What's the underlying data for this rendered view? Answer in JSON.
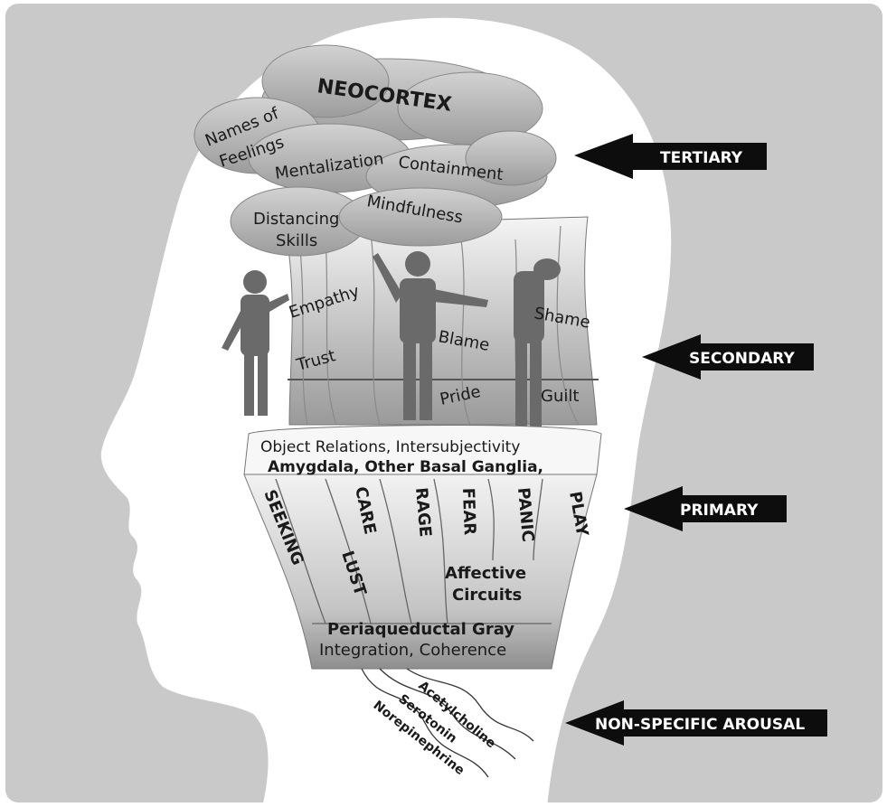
{
  "colors": {
    "background": "#c9c9c9",
    "head": "#ffffff",
    "arrow": "#0d0d0d",
    "cloud": "#b4b4b4"
  },
  "levels": {
    "tertiary": "TERTIARY",
    "secondary": "SECONDARY",
    "primary": "PRIMARY",
    "arousal": "NON-SPECIFIC AROUSAL"
  },
  "tertiary": {
    "neocortex": "NEOCORTEX",
    "names_of_feelings": [
      "Names of",
      "Feelings"
    ],
    "mentalization": "Mentalization",
    "containment": "Containment",
    "mindfulness": "Mindfulness",
    "distancing_skills": [
      "Distancing",
      "Skills"
    ]
  },
  "secondary": {
    "empathy": "Empathy",
    "trust": "Trust",
    "blame": "Blame",
    "shame": "Shame",
    "pride": "Pride",
    "guilt": "Guilt"
  },
  "band": {
    "object_relations": "Object Relations, Intersubjectivity",
    "amygdala": "Amygdala, Other Basal Ganglia,"
  },
  "primary": {
    "seeking": "SEEKING",
    "lust": "LUST",
    "care": "CARE",
    "rage": "RAGE",
    "fear": "FEAR",
    "panic": "PANIC",
    "play": "PLAY",
    "affective_circuits": [
      "Affective",
      "Circuits"
    ],
    "periaqueductal": "Periaqueductal Gray",
    "integration": "Integration, Coherence"
  },
  "neurotransmitters": {
    "acetylcholine": "Acetylcholine",
    "serotonin": "Serotonin",
    "norepinephrine": "Norepinephrine"
  }
}
